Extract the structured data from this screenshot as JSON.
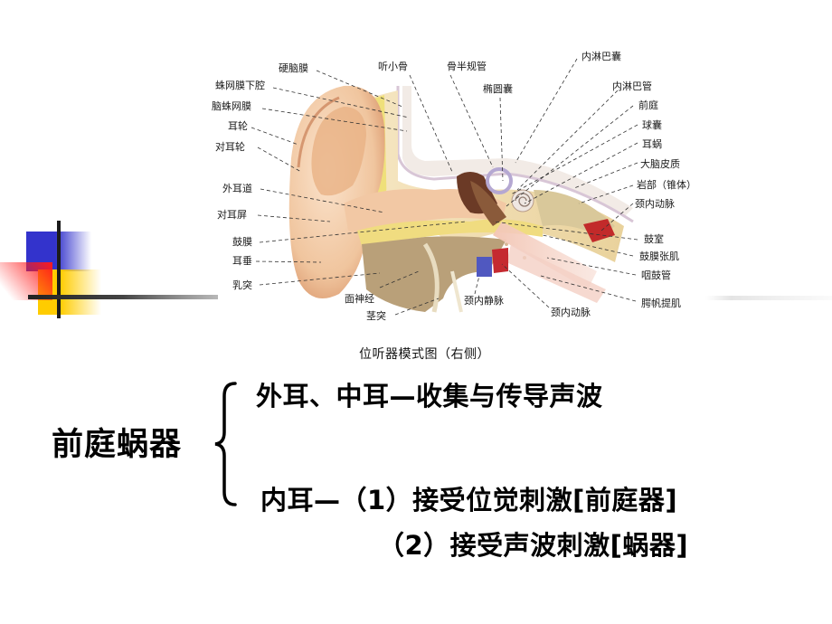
{
  "slide": {
    "title": "前庭蜗器",
    "branches": [
      {
        "text": "外耳、中耳—收集与传导声波"
      },
      {
        "text": "内耳—（1）接受位觉刺激[前庭器]"
      },
      {
        "text": "（2）接受声波刺激[蜗器]"
      }
    ]
  },
  "figure": {
    "caption": "位听器模式图（右侧）",
    "labels_left": [
      "硬脑膜",
      "蛛网膜下腔",
      "脑蛛网膜",
      "耳轮",
      "对耳轮",
      "外耳道",
      "对耳屏",
      "鼓膜",
      "耳垂",
      "乳突"
    ],
    "labels_top": [
      "听小骨",
      "骨半规管",
      "椭圆囊"
    ],
    "labels_right": [
      "内淋巴囊",
      "内淋巴管",
      "前庭",
      "球囊",
      "耳蜗",
      "大脑皮质",
      "岩部（锥体）",
      "颈内动脉",
      "鼓室",
      "鼓膜张肌",
      "咽鼓管",
      "腭帆提肌"
    ],
    "labels_bottom": [
      "面神经",
      "茎突",
      "颈内静脉",
      "颈内动脉"
    ]
  },
  "decoration": {
    "colors": {
      "blue": "#3333cc",
      "red": "#ff2020",
      "yellow": "#ffcc00",
      "bar": "#222222"
    }
  }
}
